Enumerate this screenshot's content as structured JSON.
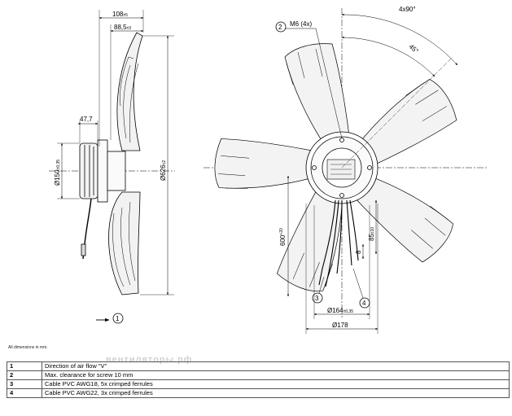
{
  "side_view": {
    "dim_108": "108",
    "dim_108_tol": "±5",
    "dim_88_5": "88,5",
    "dim_88_5_tol": "±3",
    "dim_47_7": "47,7",
    "dim_150": "Ø150",
    "dim_150_tol": "±0,35",
    "dim_626": "Ø626",
    "dim_626_tol": "±2",
    "airflow_callout": "1"
  },
  "front_view": {
    "angle_4x90": "4x90°",
    "angle_45": "45°",
    "screw_callout": "2",
    "screw_label": "M6 (4x)",
    "dim_600": "600",
    "dim_600_tol": "+20",
    "dim_85": "85",
    "dim_85_tol": "±10",
    "dim_8": "8",
    "dim_164": "Ø164",
    "dim_164_tol": "±0,35",
    "dim_178": "Ø178",
    "cable_callout_3": "3",
    "cable_callout_4": "4"
  },
  "footer": {
    "units_note": "All dimensions in mm.",
    "watermark": "вентиляторы.рф"
  },
  "legend": [
    {
      "num": "1",
      "text": "Direction of air flow \"V\""
    },
    {
      "num": "2",
      "text": "Max. clearance for screw 10 mm"
    },
    {
      "num": "3",
      "text": "Cable PVC AWG18, 5x crimped ferrules"
    },
    {
      "num": "4",
      "text": "Cable PVC AWG22, 3x crimped ferrules"
    }
  ]
}
